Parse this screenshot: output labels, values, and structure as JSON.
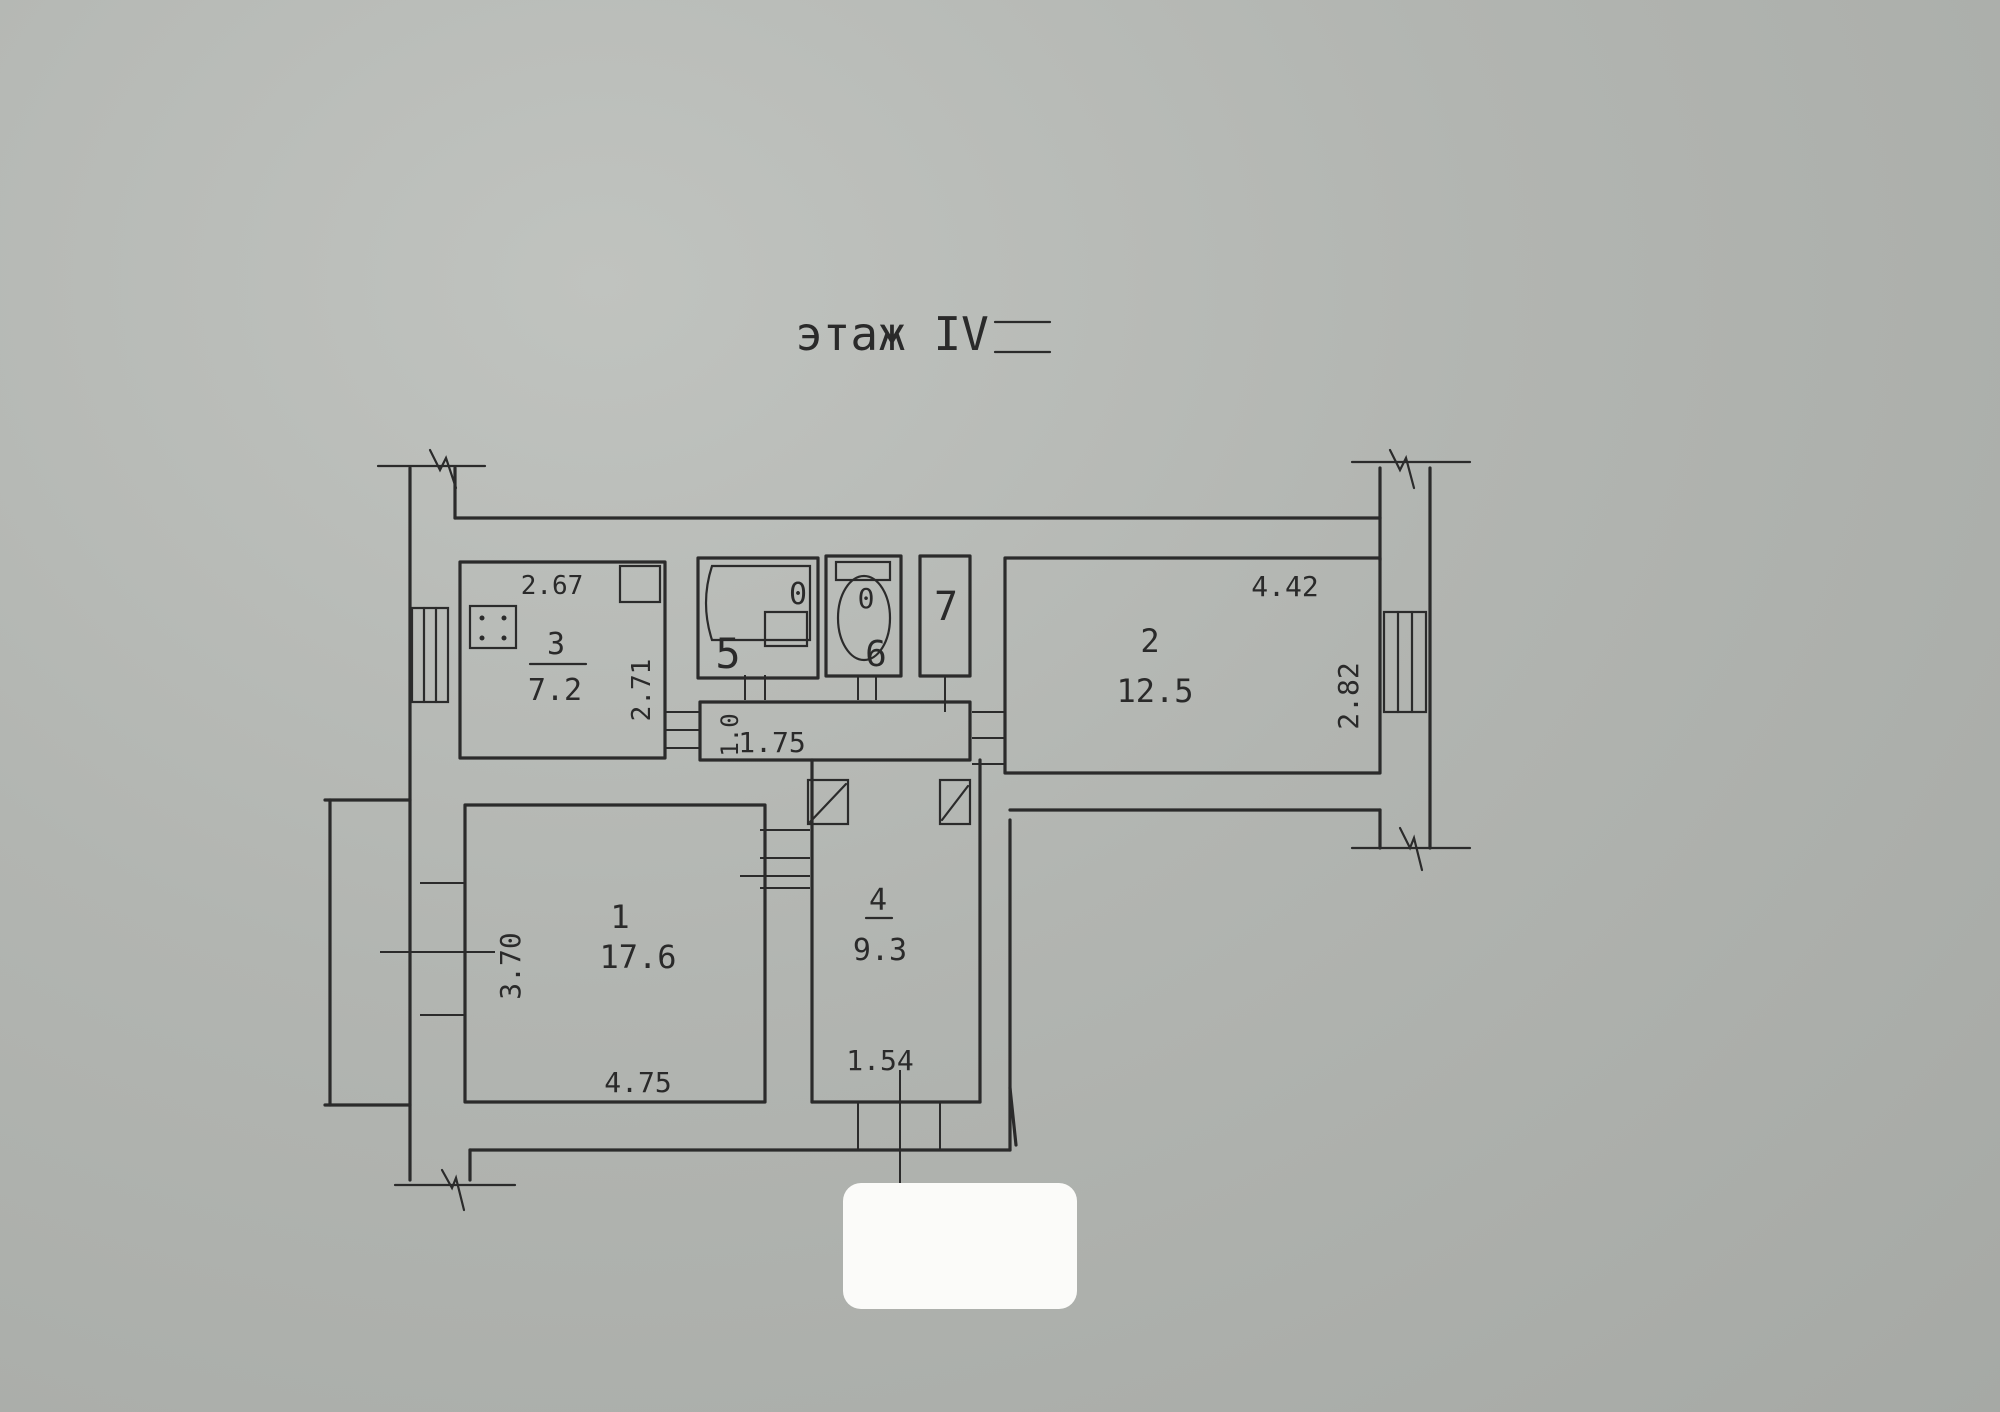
{
  "title": "этаж IV",
  "rooms": [
    {
      "number": "1",
      "area": "17.6",
      "width": "4.75",
      "depth": "3.70"
    },
    {
      "number": "2",
      "area": "12.5",
      "width": "4.42",
      "depth": "2.82"
    },
    {
      "number": "3",
      "area": "7.2",
      "width": "2.67",
      "depth": "2.71"
    },
    {
      "number": "4",
      "area": "9.3",
      "width": "1.54"
    },
    {
      "number": "5"
    },
    {
      "number": "6"
    },
    {
      "number": "7"
    }
  ],
  "corridor": {
    "width": "1.75",
    "depth": "1.0"
  },
  "fixtures": {
    "tub_mark": "0",
    "toilet_mark": "0"
  },
  "colors": {
    "paper": "#b2b5b1",
    "ink": "#2b2b2b",
    "redaction": "#fbfbf9"
  }
}
